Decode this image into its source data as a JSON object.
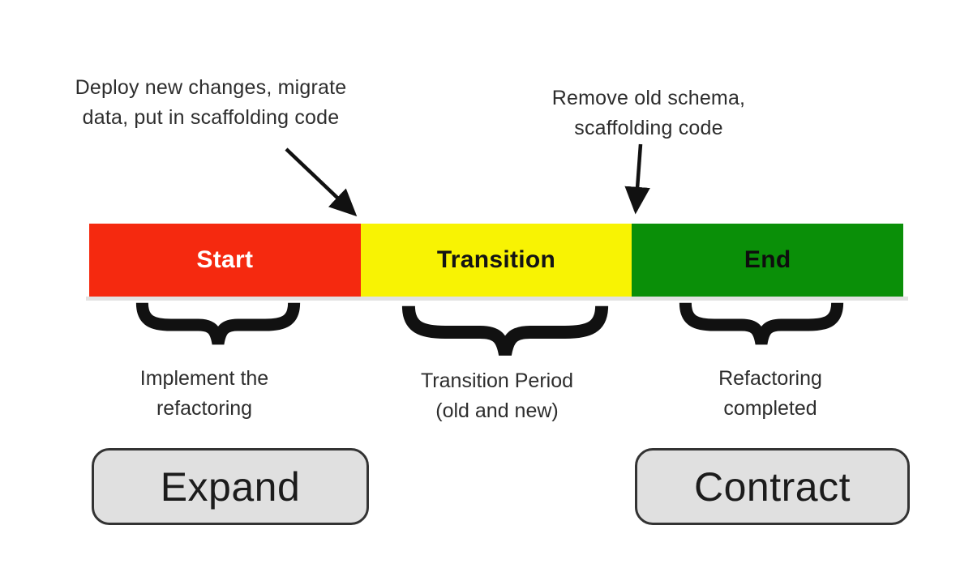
{
  "annotations": {
    "deploy": {
      "line1": "Deploy new changes, migrate",
      "line2": "data, put in scaffolding code"
    },
    "remove": {
      "line1": "Remove old schema,",
      "line2": "scaffolding code"
    }
  },
  "timeline": {
    "segments": [
      {
        "label": "Start",
        "color": "#f5290f",
        "label_color": "#ffffff",
        "caption": {
          "line1": "Implement the",
          "line2": "refactoring"
        }
      },
      {
        "label": "Transition",
        "color": "#f8f303",
        "label_color": "#141414",
        "caption": {
          "line1": "Transition Period",
          "line2": "(old and new)"
        }
      },
      {
        "label": "End",
        "color": "#0a8f08",
        "label_color": "#0e0e0e",
        "caption": {
          "line1": "Refactoring",
          "line2": "completed"
        }
      }
    ]
  },
  "phases": {
    "expand": {
      "label": "Expand"
    },
    "contract": {
      "label": "Contract"
    }
  },
  "colors": {
    "annotation_text": "#2d2d2d",
    "arrow": "#111111",
    "brace": "#111111",
    "box_fill": "#e0e0e0",
    "box_border": "#333333"
  }
}
